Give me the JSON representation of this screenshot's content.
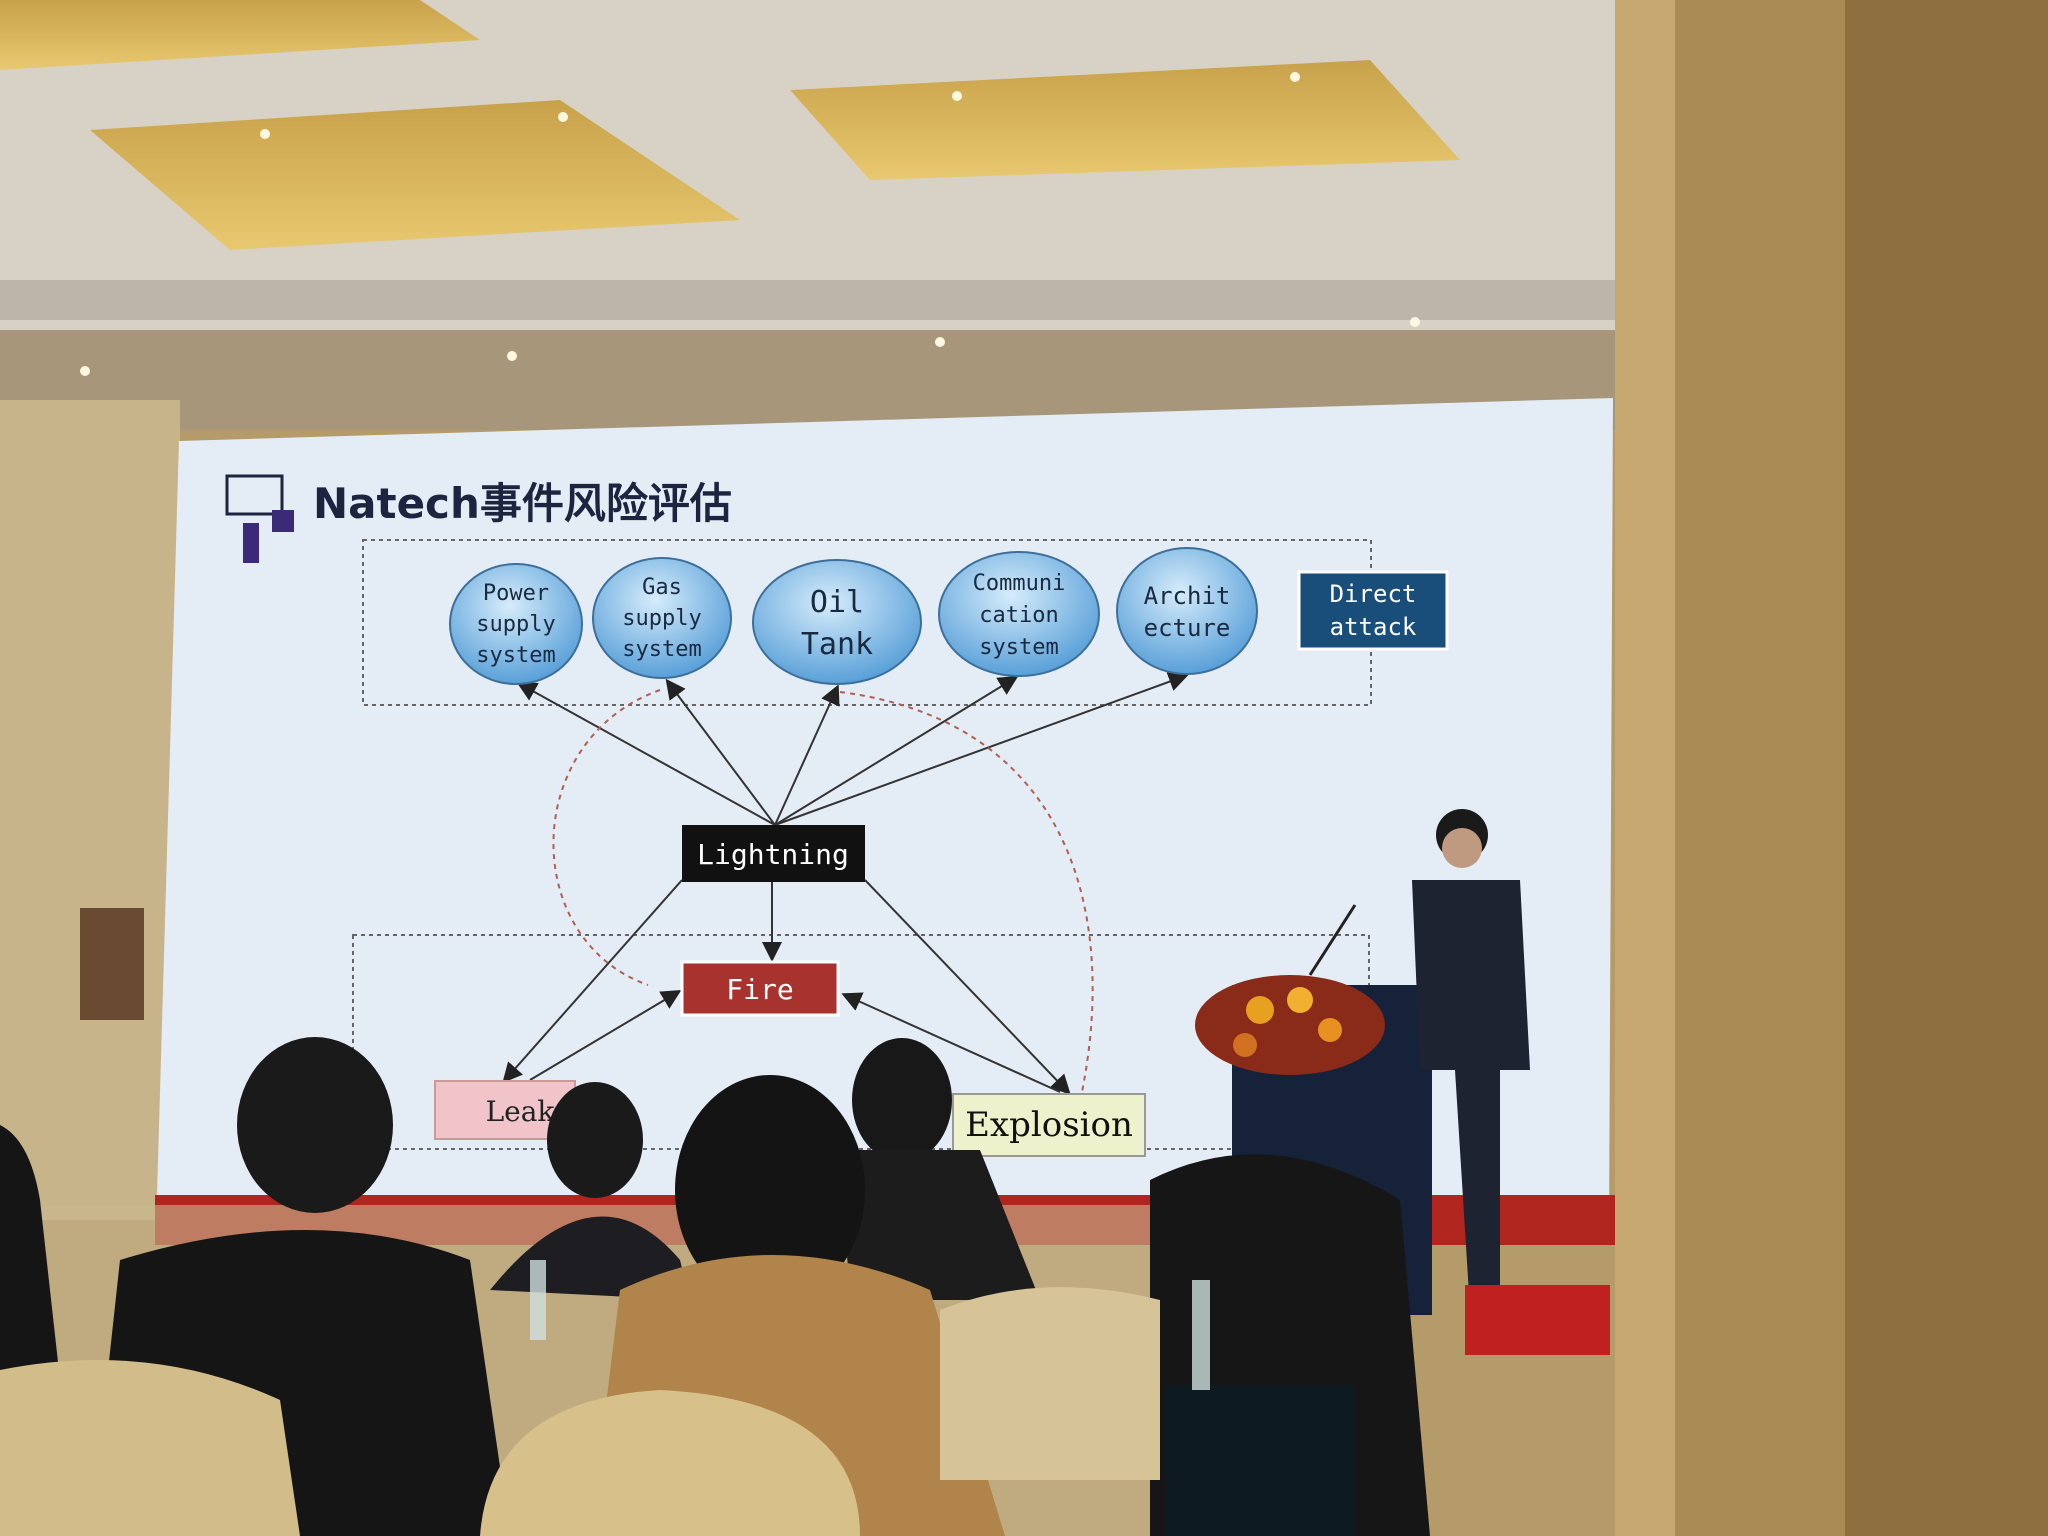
{
  "slide": {
    "title": "Natech事件风险评估",
    "targets": [
      {
        "lines": [
          "Power",
          "supply",
          "system"
        ]
      },
      {
        "lines": [
          "Gas",
          "supply",
          "system"
        ]
      },
      {
        "lines": [
          "Oil",
          "Tank"
        ]
      },
      {
        "lines": [
          "Communi",
          "cation",
          "system"
        ]
      },
      {
        "lines": [
          "Archit",
          "ecture"
        ]
      }
    ],
    "direct_attack": [
      "Direct",
      "attack"
    ],
    "lightning": "Lightning",
    "fire": "Fire",
    "leak": "Leak",
    "explosion": "Explosion"
  },
  "colors": {
    "screen": "#e4ecf6",
    "ellipse": "#6fb2e4",
    "direct_attack": "#1a4e7a",
    "lightning": "#111111",
    "fire": "#a8322e",
    "leak": "#f0c4c8",
    "explosion": "#eef2cc"
  }
}
